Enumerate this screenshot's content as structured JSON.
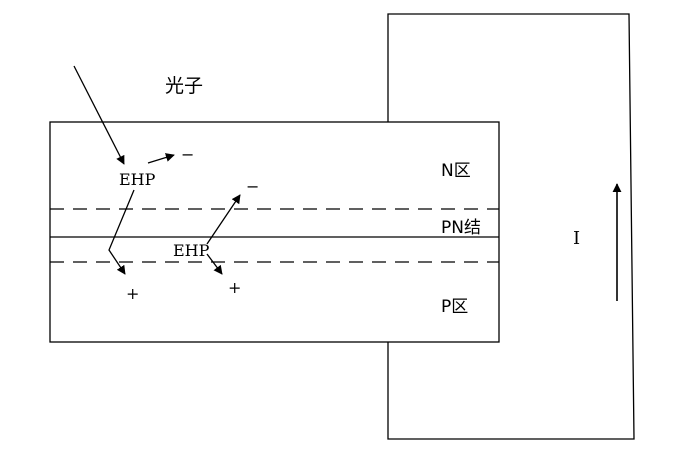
{
  "labels": {
    "photon": "光子",
    "n_region": "N区",
    "pn_junction": "PN结",
    "p_region": "P区",
    "current": "I",
    "ehp_1": "EHP",
    "ehp_2": "EHP",
    "electron_1": "−",
    "electron_2": "−",
    "hole_1": "+",
    "hole_2": "+"
  },
  "colors": {
    "stroke": "#000000",
    "background": "#ffffff"
  }
}
